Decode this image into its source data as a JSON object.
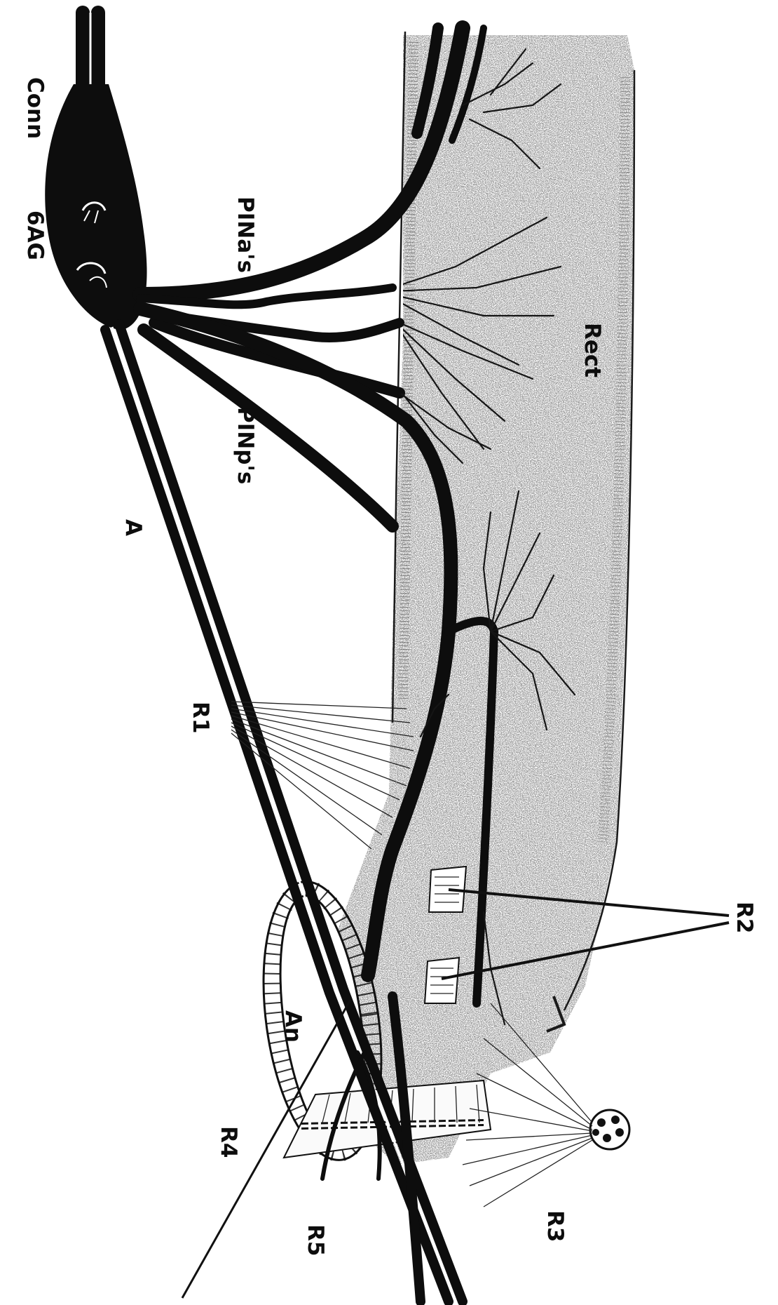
{
  "labels": {
    "conn": "Conn",
    "ag6": "6AG",
    "pina": "PINa's",
    "pinp": "PINp's",
    "axon": "A",
    "rect": "Rect",
    "r1": "R1",
    "r2": "R2",
    "r3": "R3",
    "r4": "R4",
    "an": "An",
    "r5": "R5"
  },
  "colors": {
    "ink": "#0d0d0d",
    "paper": "#ffffff",
    "stipple": "#2a2a2a"
  }
}
